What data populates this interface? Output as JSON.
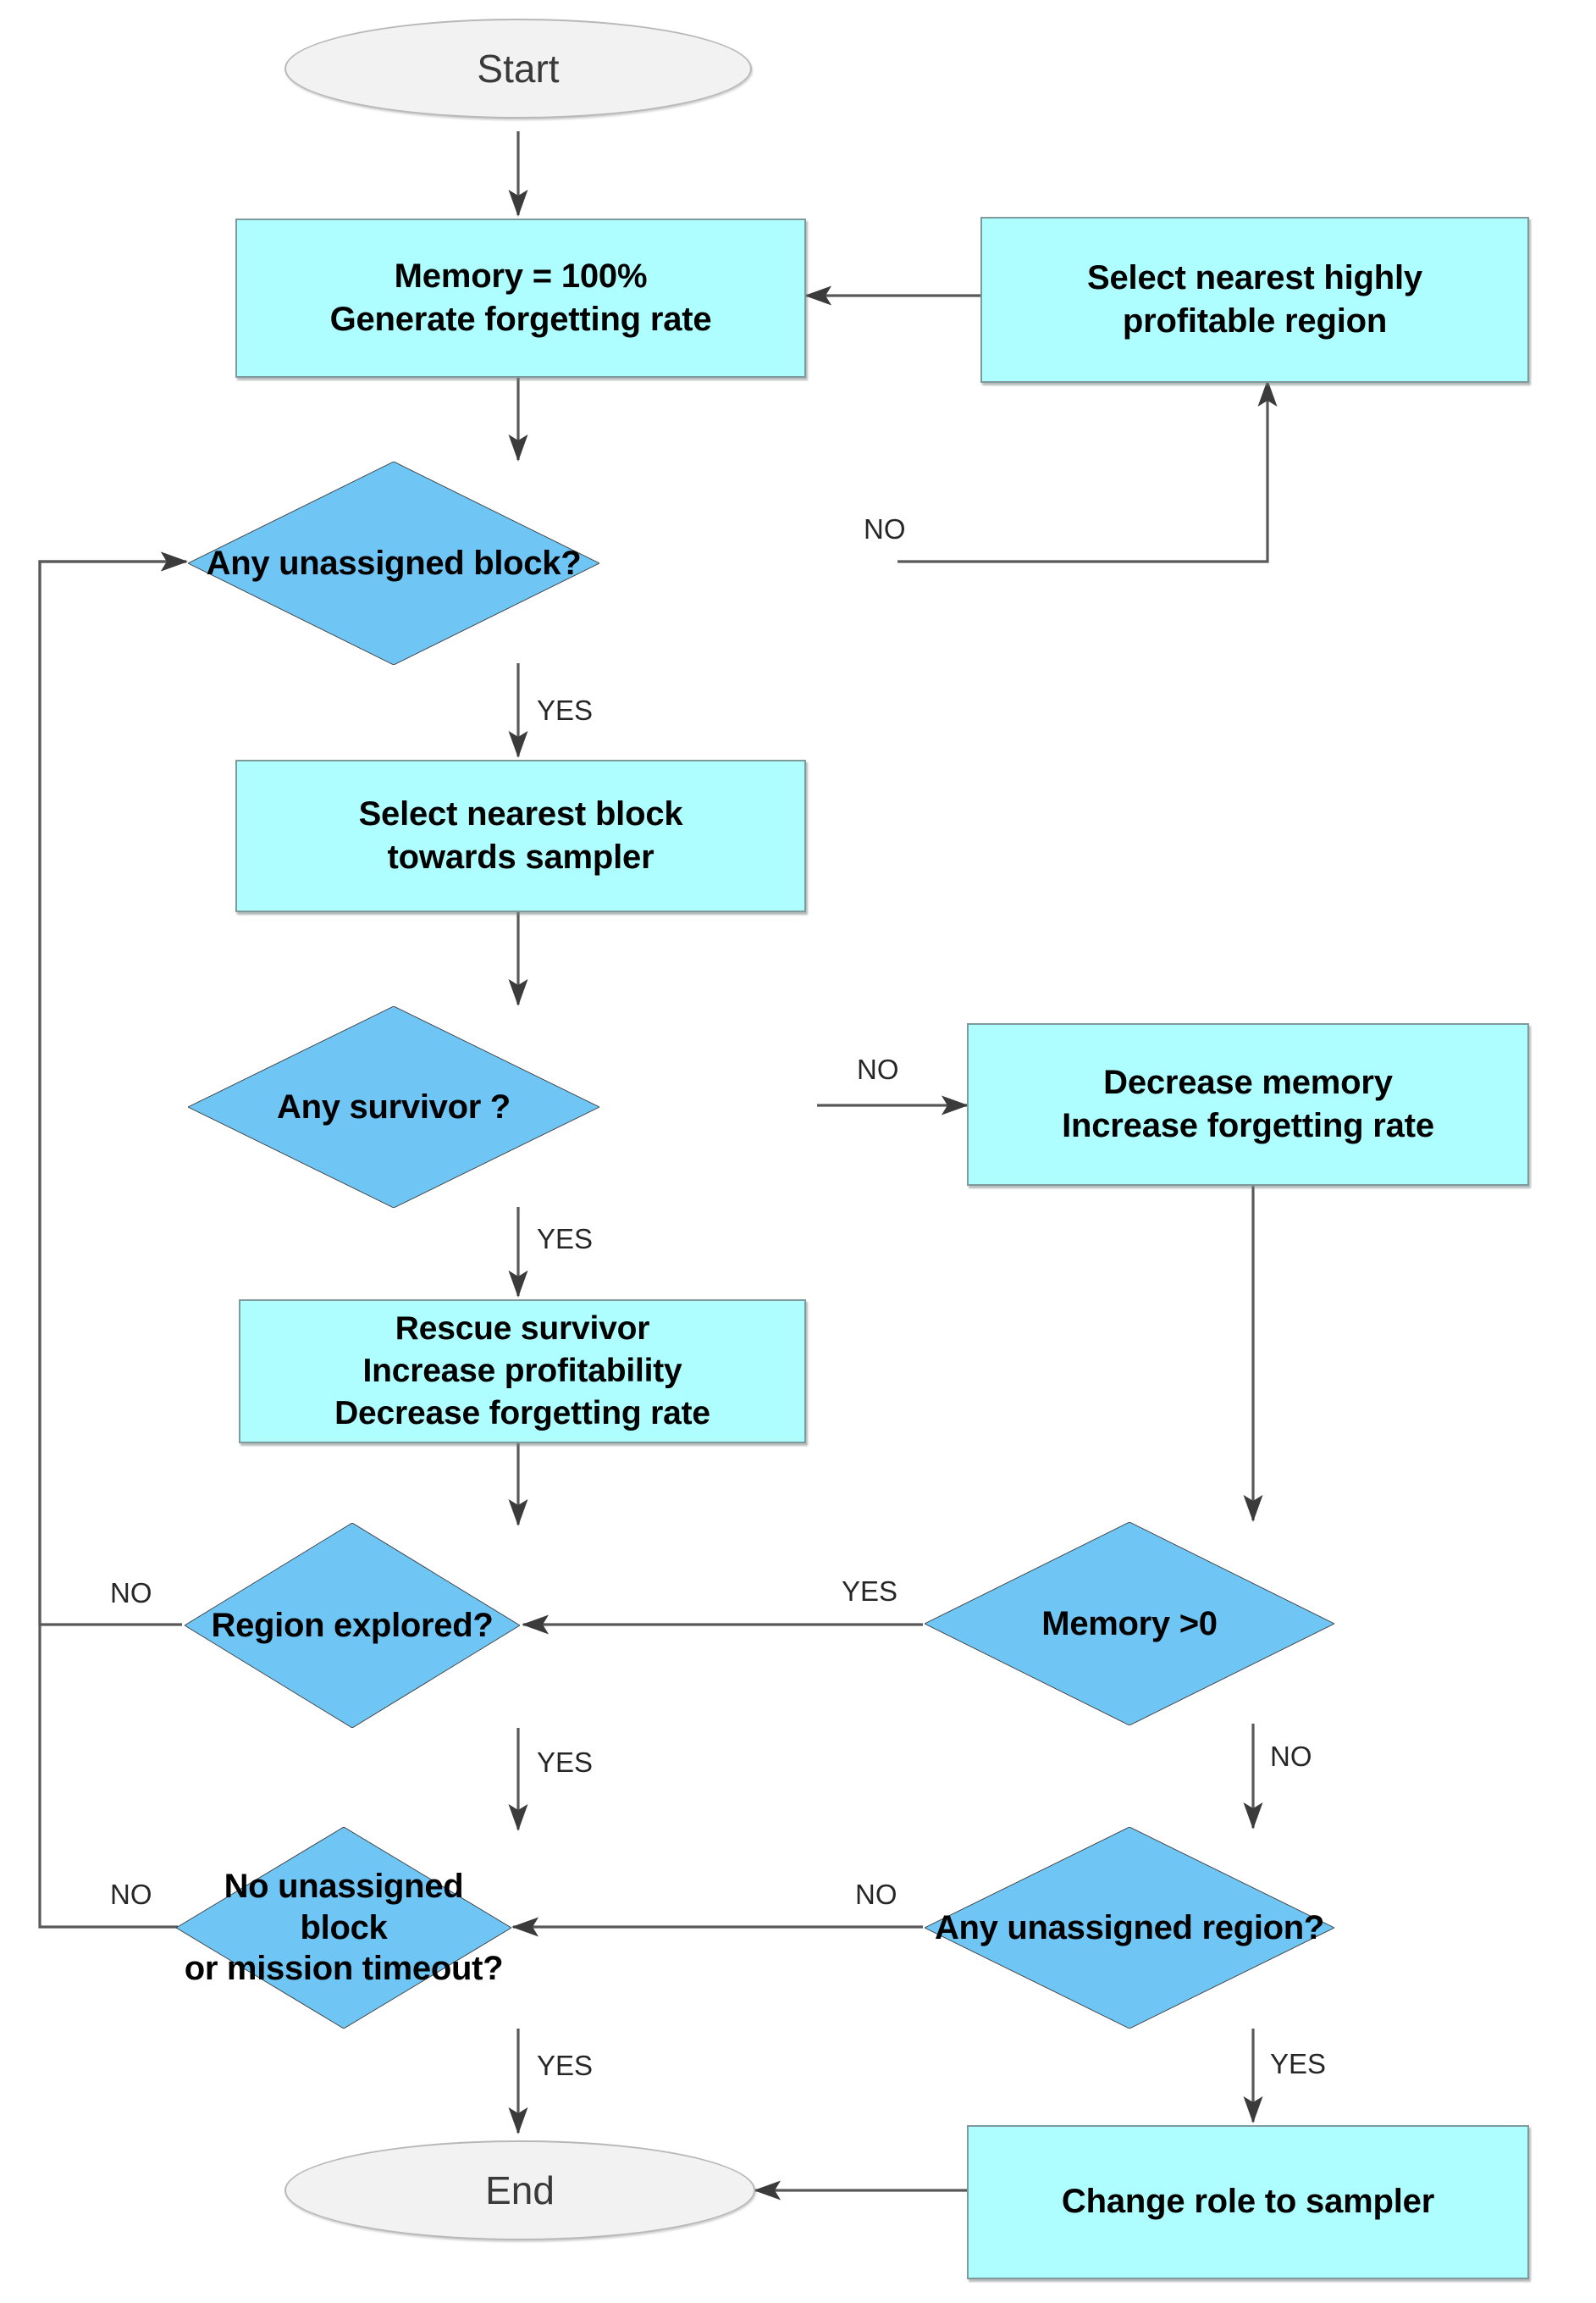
{
  "diagram": {
    "title": "Rescuer robot mission flowchart",
    "colors": {
      "process_fill": "#AFFEFF",
      "process_stroke": "#7f9a9c",
      "decision_fill": "#6FC5F4",
      "decision_stroke": "#3a3a3a",
      "terminator_fill": "#f2f2f2",
      "terminator_stroke": "#b8b8b8",
      "connector": "#595959",
      "text": "#000000"
    },
    "nodes": {
      "start": {
        "label": "Start",
        "type": "terminator"
      },
      "memory_init": {
        "line1": "Memory = 100%",
        "line2": "Generate forgetting rate",
        "type": "process"
      },
      "select_region": {
        "line1": "Select nearest highly",
        "line2": "profitable region",
        "type": "process"
      },
      "any_unassigned_block": {
        "label": "Any unassigned block?",
        "type": "decision"
      },
      "select_block": {
        "line1": "Select nearest block",
        "line2": "towards sampler",
        "type": "process"
      },
      "any_survivor": {
        "label": "Any survivor ?",
        "type": "decision"
      },
      "decrease_memory": {
        "line1": "Decrease memory",
        "line2": "Increase forgetting rate",
        "type": "process"
      },
      "rescue_survivor": {
        "line1": "Rescue survivor",
        "line2": "Increase profitability",
        "line3": "Decrease forgetting rate",
        "type": "process"
      },
      "region_explored": {
        "label": "Region explored?",
        "type": "decision"
      },
      "memory_gt_zero": {
        "label": "Memory >0",
        "type": "decision"
      },
      "no_block_or_timeout": {
        "line1": "No unassigned block",
        "line2": "or mission timeout?",
        "type": "decision"
      },
      "any_unassigned_region": {
        "label": "Any unassigned region?",
        "type": "decision"
      },
      "end": {
        "label": "End",
        "type": "terminator"
      },
      "change_role": {
        "label": "Change role to sampler",
        "type": "process"
      }
    },
    "edge_labels": {
      "block_no": "NO",
      "block_yes": "YES",
      "survivor_no": "NO",
      "survivor_yes": "YES",
      "region_explored_no": "NO",
      "region_explored_yes": "YES",
      "memory_yes": "YES",
      "memory_no": "NO",
      "timeout_no_left": "NO",
      "timeout_no_right": "NO",
      "timeout_yes": "YES",
      "region_yes": "YES"
    }
  }
}
